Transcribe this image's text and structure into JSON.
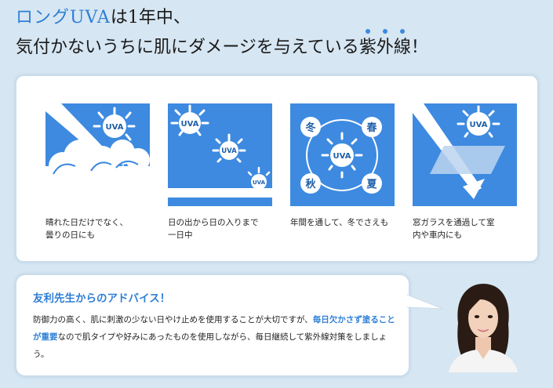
{
  "headline": {
    "line1_accent": "ロングUVA",
    "line1_rest": "は1年中、",
    "line2_main": "気付かないうちに肌にダメージを与えている",
    "line2_emphasis": "紫外線",
    "line2_end": "！"
  },
  "features": [
    {
      "caption": "晴れた日だけでなく、\n曇りの日にも",
      "icon": "sun-behind-cloud",
      "labels": [
        "UVA"
      ]
    },
    {
      "caption": "日の出から日の入りまで\n一日中",
      "icon": "sun-across-day",
      "labels": [
        "UVA",
        "UVA",
        "UVA"
      ]
    },
    {
      "caption": "年間を通して、冬でさえも",
      "icon": "four-seasons",
      "labels": [
        "UVA",
        "冬",
        "春",
        "秋",
        "夏"
      ]
    },
    {
      "caption": "窓ガラスを通過して室\n内や車内にも",
      "icon": "uv-through-window",
      "labels": [
        "UVA"
      ]
    }
  ],
  "advice": {
    "title": "友利先生からのアドバイス！",
    "body_part1": "防御力の高く、肌に刺激の少ない日やけ止めを使用することが大切ですが、",
    "body_highlight": "毎日欠かさず塗ることが重要",
    "body_part2": "なので肌タイプや好みにあったものを使用しながら、毎日継続して紫外線対策をしましょう。"
  },
  "colors": {
    "background": "#d6e6f2",
    "accent_blue": "#2f7fd6",
    "panel_blue": "#3d8ae0",
    "card": "#ffffff"
  }
}
